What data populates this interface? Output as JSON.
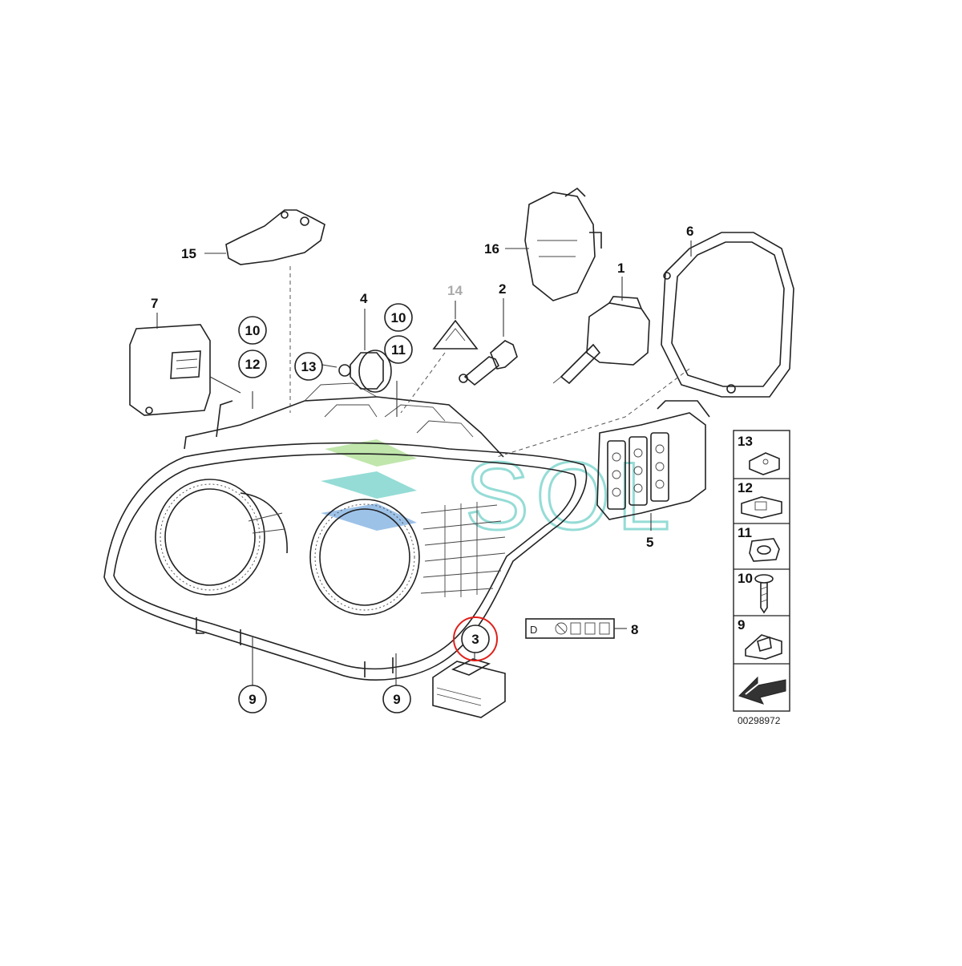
{
  "labels": {
    "l1": "1",
    "l2": "2",
    "l3": "3",
    "l4": "4",
    "l5": "5",
    "l6": "6",
    "l7": "7",
    "l8": "8",
    "l14": "14",
    "l15": "15",
    "l16": "16"
  },
  "circles": {
    "c10a": "10",
    "c12": "12",
    "c13": "13",
    "c10b": "10",
    "c11": "11",
    "c9a": "9",
    "c9b": "9",
    "c3": "3"
  },
  "legend": {
    "items": [
      "13",
      "12",
      "11",
      "10",
      "9"
    ]
  },
  "diagram_number": "00298972",
  "watermark": "SOL",
  "colors": {
    "highlight_circle": "#e0201b",
    "label_14": "#aaaaaa",
    "watermark_blue": "#4d8fd6",
    "watermark_teal": "#3fc0b5",
    "watermark_green": "#8ed36a"
  }
}
